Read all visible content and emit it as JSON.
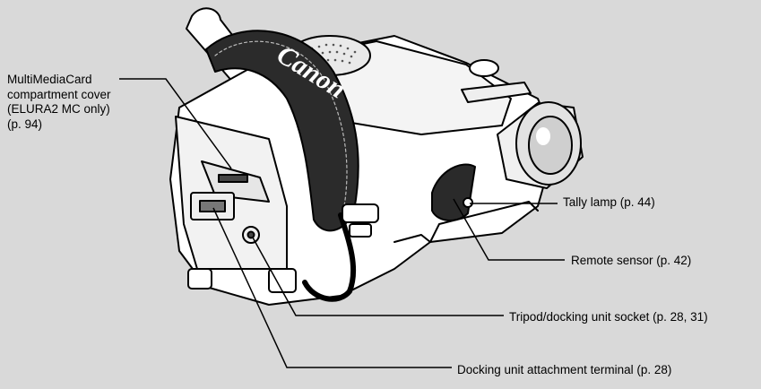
{
  "brand_text": "Canon",
  "callouts": {
    "mmc_line1": "MultiMediaCard",
    "mmc_line2": "compartment cover",
    "mmc_line3": "(ELURA2 MC only)",
    "mmc_line4": "(p. 94)",
    "tally": "Tally lamp (p. 44)",
    "remote": "Remote sensor (p. 42)",
    "tripod": "Tripod/docking unit socket (p. 28, 31)",
    "dock": "Docking unit attachment terminal (p. 28)"
  }
}
